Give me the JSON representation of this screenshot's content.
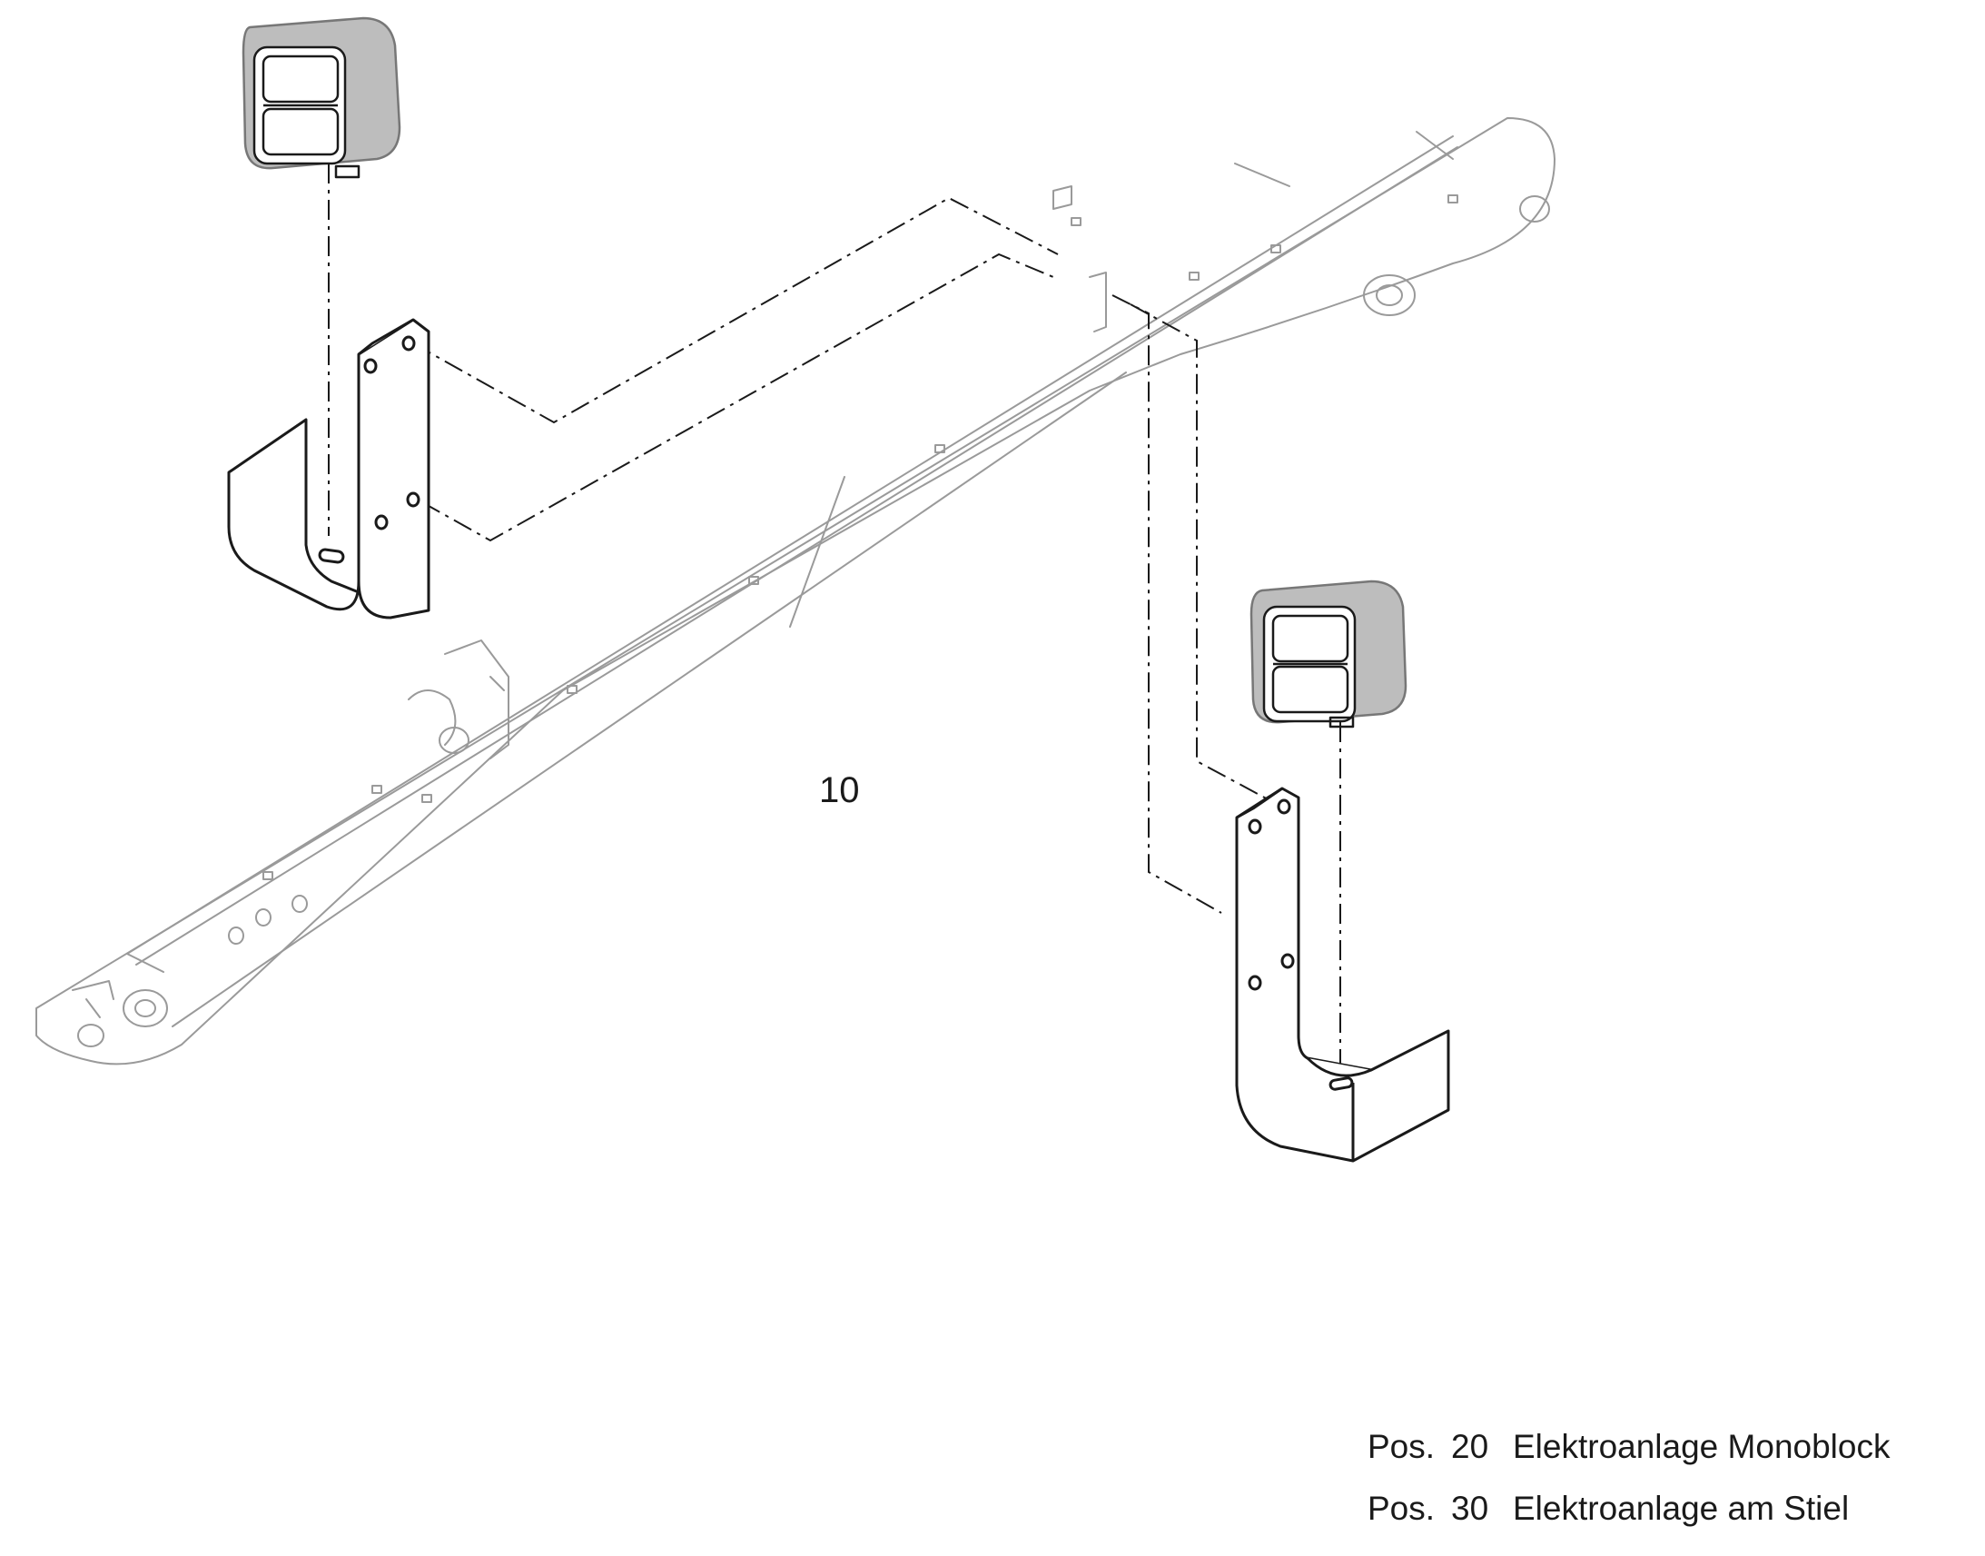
{
  "diagram": {
    "callouts": [
      {
        "label": "10"
      }
    ],
    "legend": [
      {
        "prefix": "Pos.",
        "number": "20",
        "description": "Elektroanlage Monoblock"
      },
      {
        "prefix": "Pos.",
        "number": "30",
        "description": "Elektroanlage am Stiel"
      }
    ],
    "colors": {
      "line": "#1a1a1a",
      "arm_outline": "#9a9a9a",
      "lamp_body": "#bdbdbd",
      "background": "#ffffff"
    },
    "icons": [
      "work-lamp-icon",
      "mounting-bracket-icon"
    ]
  }
}
